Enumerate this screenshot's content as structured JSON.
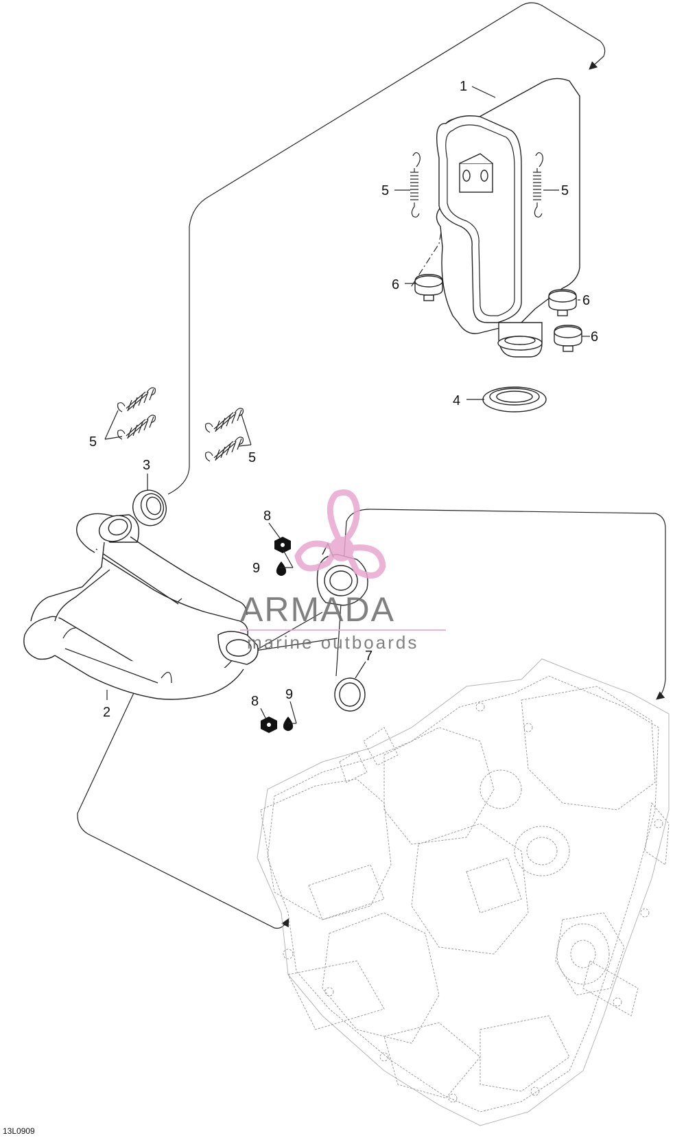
{
  "drawing_code": "13L0909",
  "watermark": {
    "brand": "ARMADA",
    "tagline": "marine outboards",
    "accent_color": "#e8a6cf"
  },
  "callouts": [
    "1",
    "2",
    "3",
    "4",
    "5",
    "5",
    "5",
    "5",
    "6",
    "6",
    "6",
    "7",
    "8",
    "8",
    "9",
    "9"
  ],
  "icons": [
    "spring-icon",
    "rubber-grommet-icon",
    "muffler-icon",
    "exhaust-pipe-icon",
    "engine-icon",
    "nut-icon",
    "sealant-drop-icon",
    "propeller-logo-icon"
  ]
}
